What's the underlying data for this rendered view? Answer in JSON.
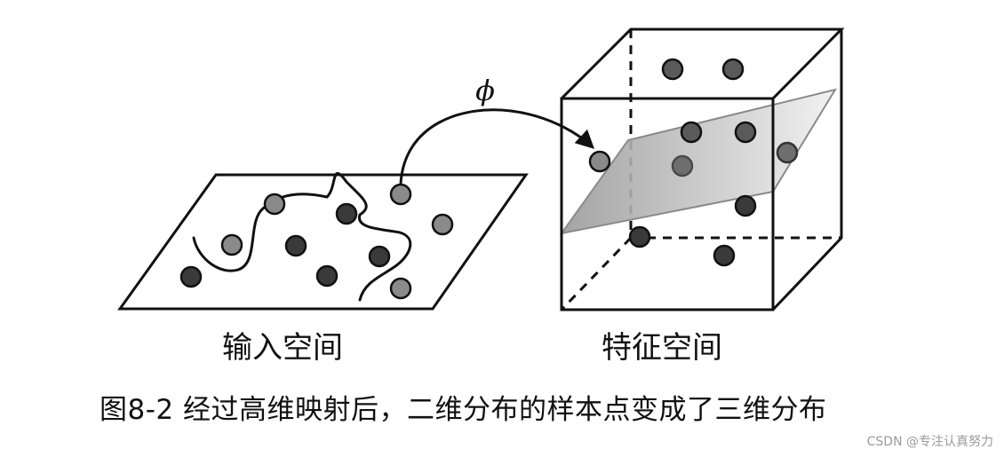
{
  "labels": {
    "input_space": "输入空间",
    "feature_space": "特征空间",
    "mapping_symbol": "ϕ"
  },
  "caption": "图8-2 经过高维映射后，二维分布的样本点变成了三维分布",
  "watermark": "CSDN @专注认真努力",
  "colors": {
    "stroke": "#111111",
    "dark_point": "#3a3a3a",
    "light_point": "#8a8a8a",
    "plane_light": "#ededed",
    "plane_dark": "#9a9a9a"
  }
}
